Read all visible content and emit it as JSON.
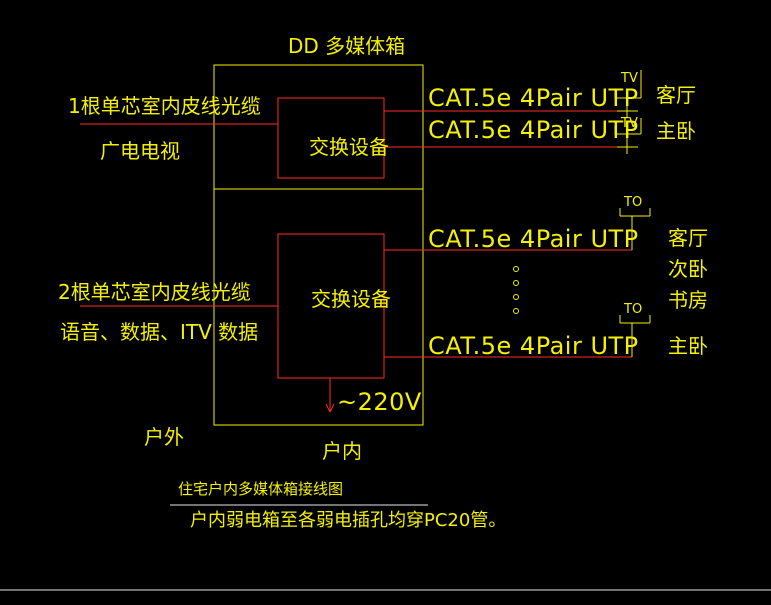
{
  "diagram": {
    "title": "DD 多媒体箱",
    "left_top": {
      "line1": "1根单芯室内皮线光缆",
      "line2": "广电电视"
    },
    "left_bottom": {
      "line1": "2根单芯室内皮线光缆",
      "line2": "语音、数据、ITV 数据"
    },
    "switch_top": "交换设备",
    "switch_bottom": "交换设备",
    "cables": [
      "CAT.5e 4Pair UTP",
      "CAT.5e 4Pair UTP",
      "CAT.5e 4Pair UTP",
      "CAT.5e 4Pair UTP"
    ],
    "outlet_tv": "TV",
    "outlet_to": "TO",
    "rooms_top": [
      "客厅",
      "主卧"
    ],
    "rooms_bottom": [
      "客厅",
      "次卧",
      "书房",
      "主卧"
    ],
    "power": "~220V",
    "outdoor": "户外",
    "indoor": "户内",
    "caption_title": "住宅户内多媒体箱接线图",
    "caption_note": "户内弱电箱至各弱电插孔均穿PC20管。"
  },
  "colors": {
    "lines": "#f4f100",
    "wires": "#ff2a2a",
    "background": "#000000"
  }
}
